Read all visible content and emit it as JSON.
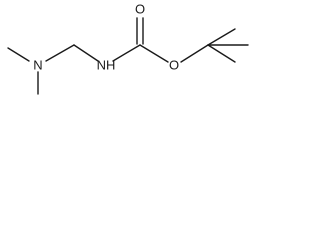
{
  "molecule": {
    "atoms": {
      "amine_n": "N",
      "amide_n": "NH",
      "carbonyl_o": "O",
      "ester_o": "O"
    }
  }
}
